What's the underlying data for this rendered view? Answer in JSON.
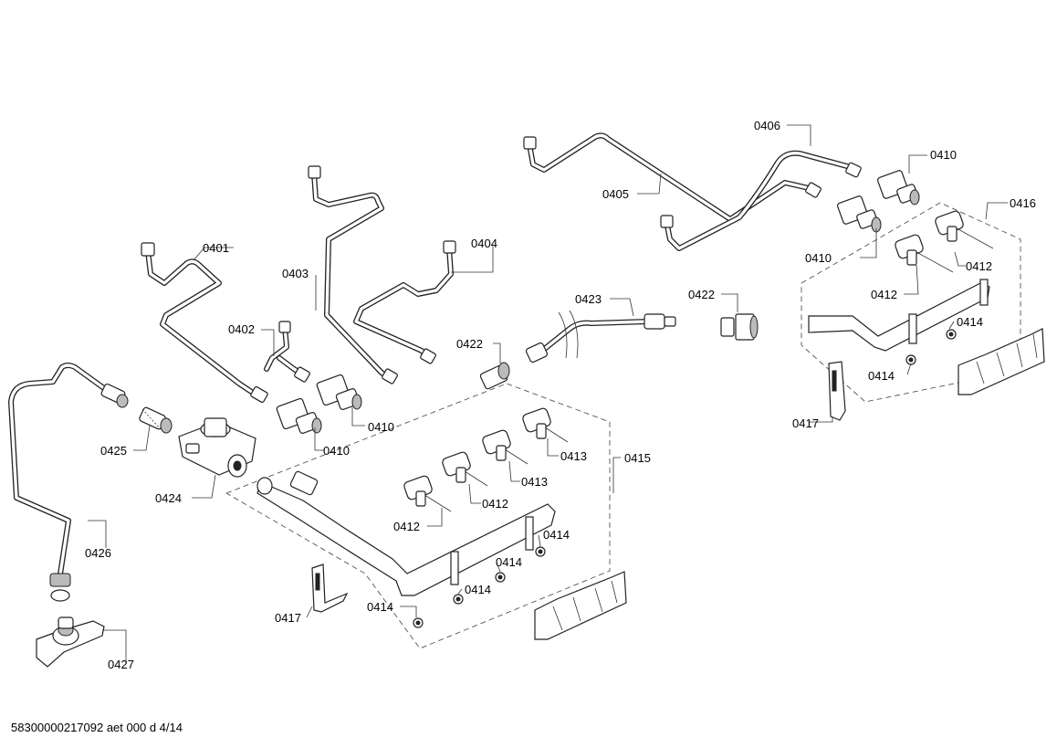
{
  "footer": {
    "doc_id": "58300000217092 aet 000 d 4/14"
  },
  "labels": {
    "l0401": "0401",
    "l0402": "0402",
    "l0403": "0403",
    "l0404": "0404",
    "l0405": "0405",
    "l0406": "0406",
    "l0410a": "0410",
    "l0410b": "0410",
    "l0410c": "0410",
    "l0410d": "0410",
    "l0412a": "0412",
    "l0412b": "0412",
    "l0412c": "0412",
    "l0412d": "0412",
    "l0413a": "0413",
    "l0413b": "0413",
    "l0414a": "0414",
    "l0414b": "0414",
    "l0414c": "0414",
    "l0414d": "0414",
    "l0414e": "0414",
    "l0414f": "0414",
    "l0415": "0415",
    "l0416": "0416",
    "l0417a": "0417",
    "l0417b": "0417",
    "l0422a": "0422",
    "l0422b": "0422",
    "l0423": "0423",
    "l0424": "0424",
    "l0425": "0425",
    "l0426": "0426",
    "l0427": "0427"
  }
}
